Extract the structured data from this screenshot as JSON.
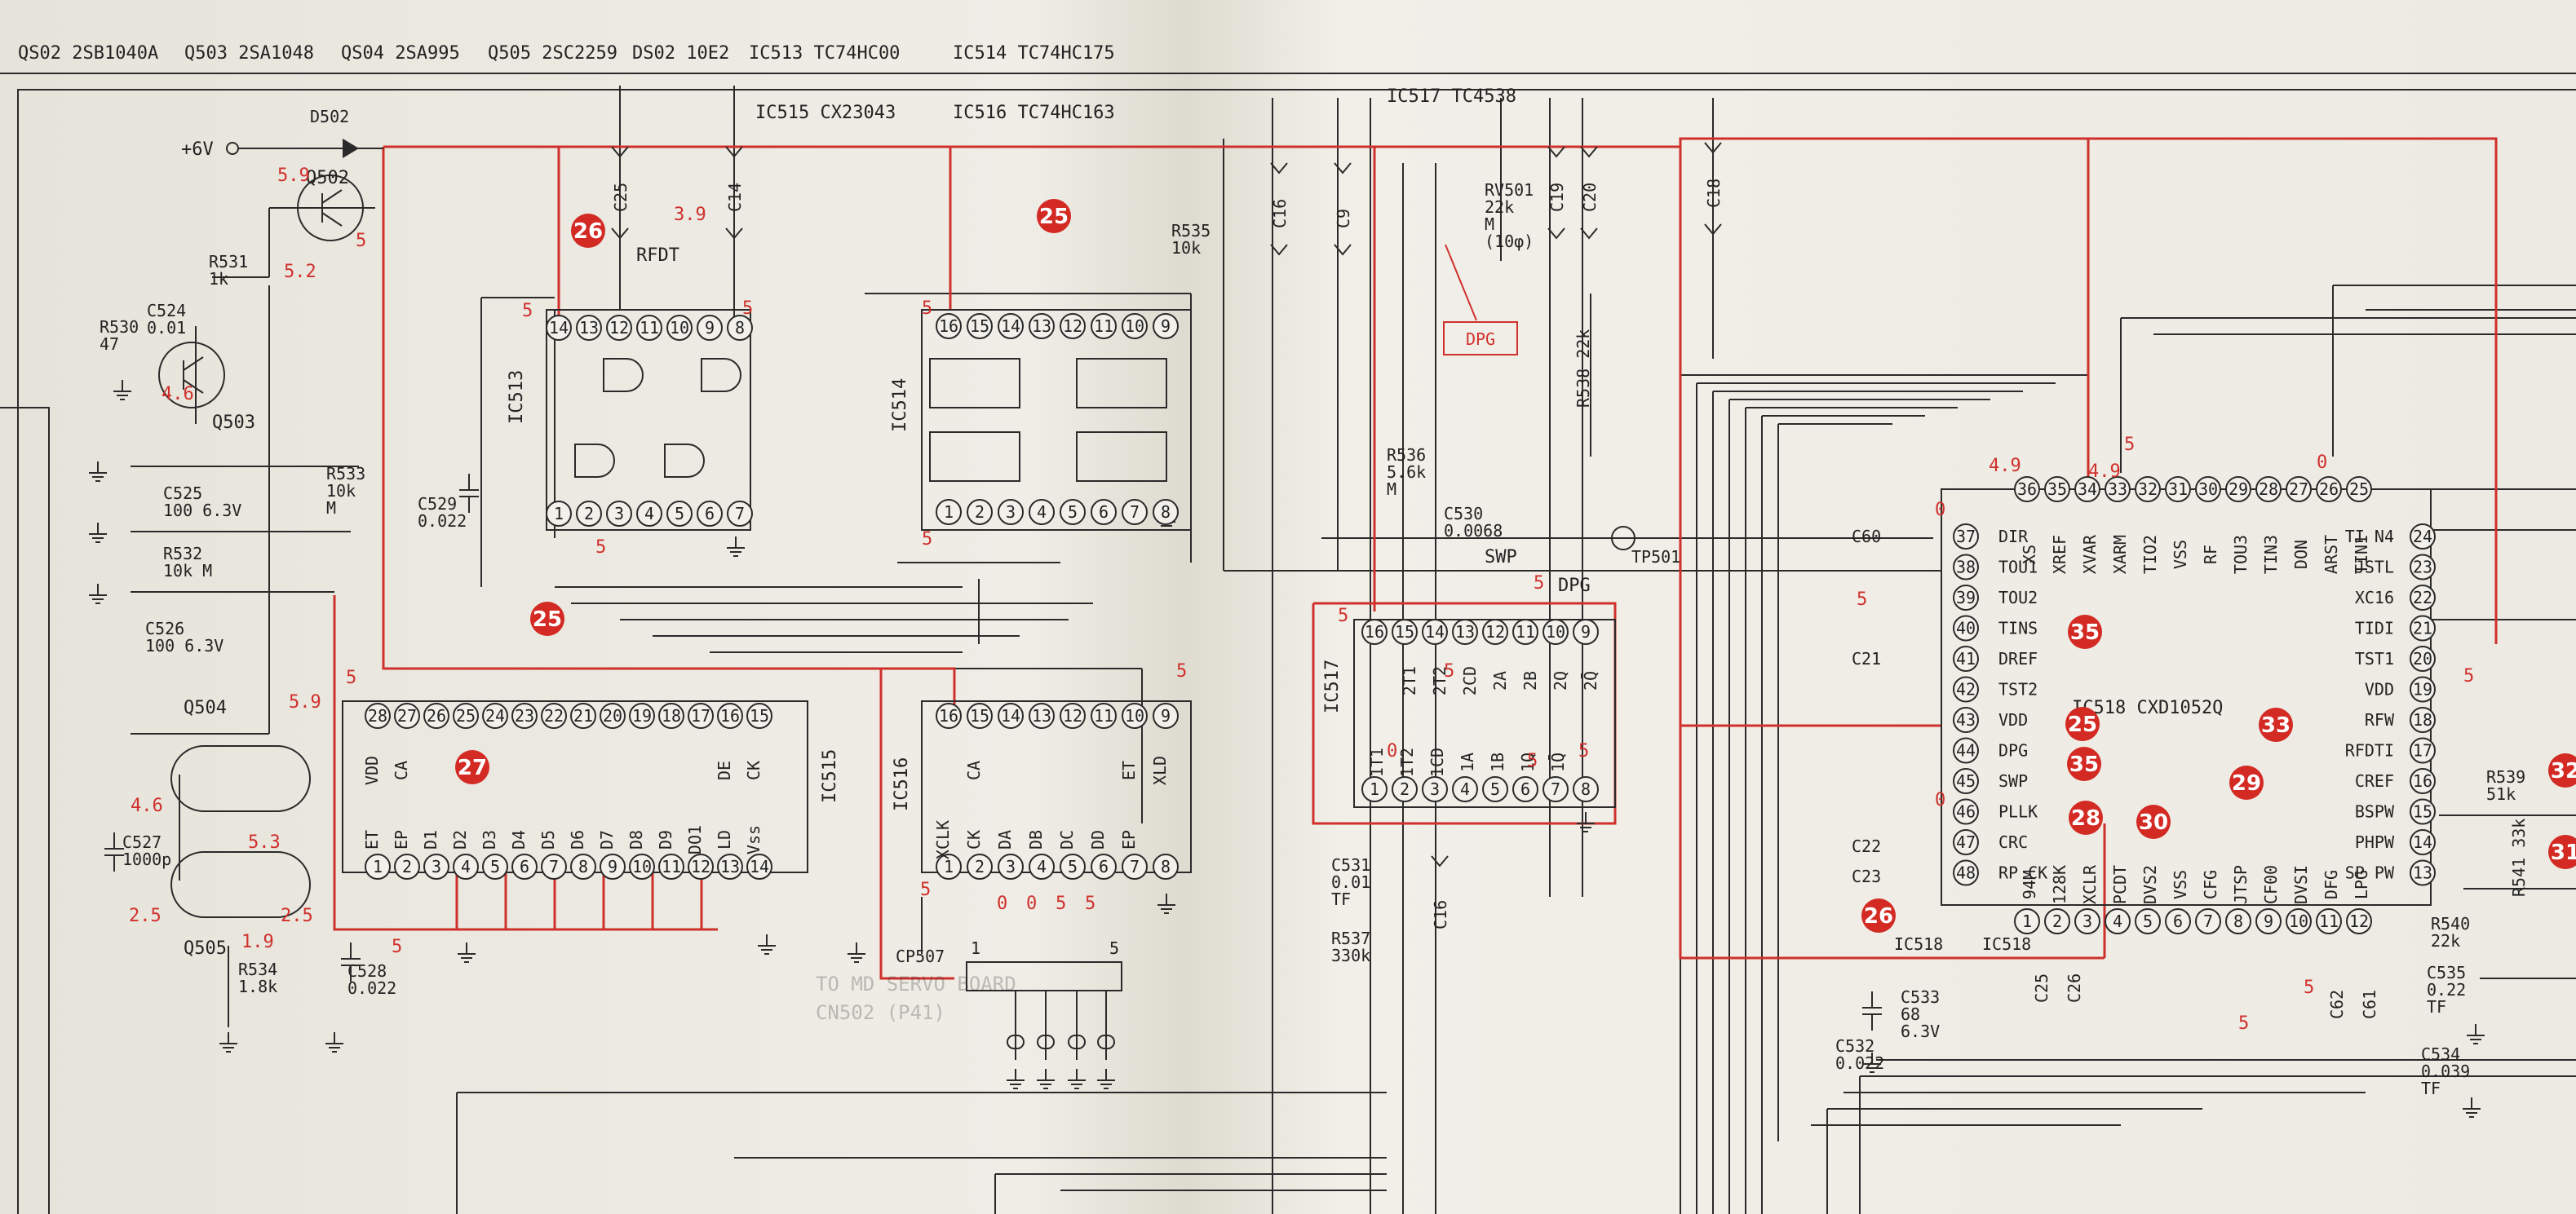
{
  "header_parts": [
    "QS02  2SB1040A",
    "Q503  2SA1048",
    "QS04  2SA995",
    "Q505  2SC2259",
    "DS02  10E2",
    "IC513  TC74HC00",
    "IC514  TC74HC175"
  ],
  "ic_titles": {
    "ic515": "IC515  CX23043",
    "ic516": "IC516  TC74HC163",
    "ic517": "IC517  TC4538",
    "ic518": "IC518  CXD1052Q"
  },
  "supply": {
    "label": "+6V",
    "diode": "D502"
  },
  "transistors": {
    "q502": "Q502",
    "q503": "Q503",
    "q504": "Q504",
    "q505": "Q505"
  },
  "voltages": {
    "q502_top": "5.9",
    "q502_e": "5",
    "q502_b": "5.2",
    "q503_b": "4.6",
    "q504_v": "5.9",
    "q505_c": "4.6",
    "q505_e": "5.3",
    "q505_b1": "2.5",
    "q505_b2": "2.5",
    "q505_r": "1.9",
    "ic513_14": "5",
    "ic513_11": "3.9",
    "ic513_8": "5",
    "ic513_3": "5",
    "ic514_16": "5",
    "ic514_1": "5",
    "ic515_28": "5",
    "ic515_1": "5",
    "ic516_9": "5",
    "ic516_1": "5",
    "ic516_3": "0",
    "ic516_4": "0",
    "ic516_5": "5",
    "ic516_6": "5",
    "ic517_16": "5",
    "ic517_14": "5",
    "ic517_3": "0",
    "ic517_5": "5",
    "ic517_7": "5",
    "ic517_9": "5",
    "ic518_36": "4.9",
    "ic518_34": "4.9",
    "ic518_33": "5",
    "ic518_27": "0",
    "ic518_37": "0",
    "ic518_39": "5",
    "ic518_46": "0",
    "ic518_19": "5",
    "ic518_8": "5",
    "ic518_10": "5"
  },
  "components": {
    "r531": "R531\n1k",
    "c524": "C524\n0.01",
    "r530": "R530\n47",
    "r533": "R533\n10k\nM",
    "c525": "C525\n100 6.3V",
    "r532": "R532\n10k M",
    "c526": "C526\n100 6.3V",
    "c527": "C527\n1000p",
    "r534": "R534\n1.8k",
    "c528": "C528\n0.022",
    "c529": "C529\n0.022",
    "r535": "R535\n10k",
    "c25": "C25",
    "c14": "C14",
    "c16": "C16",
    "c9": "C9",
    "c19": "C19",
    "c20": "C20",
    "c18": "C18",
    "rv501": "RV501\n22k\nM\n(10φ)",
    "r538": "R538  22k",
    "r536": "R536\n5.6k\nM",
    "c530": "C530\n0.0068",
    "c531": "C531\n0.01\nTF",
    "r537": "R537\n330k",
    "c60": "C60",
    "c21": "C21",
    "c22": "C22",
    "c23": "C23",
    "c533": "C533\n68\n6.3V",
    "c532": "C532\n0.022",
    "c25b": "C25",
    "c26": "C26",
    "c62": "C62",
    "c61": "C61",
    "r539": "R539\n51k",
    "r540": "R540\n22k",
    "r541": "R541  33k",
    "c535": "C535\n0.22\nTF",
    "c534": "C534\n0.039\nTF"
  },
  "nets": {
    "rfdt": "RFDT",
    "swp": "SWP",
    "dpg": "DPG",
    "tp501": "TP501",
    "cp507": "CP507",
    "dpg_box": "DPG"
  },
  "ic513": {
    "name": "IC513",
    "top": [
      "14",
      "13",
      "12",
      "11",
      "10",
      "9",
      "8"
    ],
    "bottom": [
      "1",
      "2",
      "3",
      "4",
      "5",
      "6",
      "7"
    ]
  },
  "ic514": {
    "name": "IC514",
    "top": [
      "16",
      "15",
      "14",
      "13",
      "12",
      "11",
      "10",
      "9"
    ],
    "bottom": [
      "1",
      "2",
      "3",
      "4",
      "5",
      "6",
      "7",
      "8"
    ]
  },
  "ic515": {
    "name": "IC515",
    "top": [
      "28",
      "27",
      "26",
      "25",
      "24",
      "23",
      "22",
      "21",
      "20",
      "19",
      "18",
      "17",
      "16",
      "15"
    ],
    "bottom": [
      "1",
      "2",
      "3",
      "4",
      "5",
      "6",
      "7",
      "8",
      "9",
      "10",
      "11",
      "12",
      "13",
      "14"
    ],
    "top_labels": [
      "VDD",
      "CA",
      "",
      "",
      "",
      "",
      "",
      "",
      "",
      "",
      "",
      "",
      "DE",
      "CK"
    ],
    "bottom_labels": [
      "ET",
      "EP",
      "D1",
      "D2",
      "D3",
      "D4",
      "D5",
      "D6",
      "D7",
      "D8",
      "D9",
      "DO1",
      "LD",
      "Vss"
    ]
  },
  "ic516": {
    "name": "IC516",
    "top": [
      "16",
      "15",
      "14",
      "13",
      "12",
      "11",
      "10",
      "9"
    ],
    "bottom": [
      "1",
      "2",
      "3",
      "4",
      "5",
      "6",
      "7",
      "8"
    ],
    "top_labels": [
      "",
      "CA",
      "",
      "",
      "",
      "",
      "ET",
      "XLD"
    ],
    "bottom_labels": [
      "XCLK",
      "CK",
      "DA",
      "DB",
      "DC",
      "DD",
      "EP",
      ""
    ]
  },
  "ic517": {
    "name": "IC517",
    "top": [
      "16",
      "15",
      "14",
      "13",
      "12",
      "11",
      "10",
      "9"
    ],
    "bottom": [
      "1",
      "2",
      "3",
      "4",
      "5",
      "6",
      "7",
      "8"
    ],
    "labels": [
      "1T1",
      "1T2",
      "1CD",
      "1A",
      "1B",
      "1Q",
      "1Q̄",
      "2T1",
      "2T2",
      "2CD",
      "2A",
      "2B",
      "2Q",
      "2Q̄"
    ]
  },
  "ic518": {
    "top_pins": [
      "36",
      "35",
      "34",
      "33",
      "32",
      "31",
      "30",
      "29",
      "28",
      "27",
      "26",
      "25"
    ],
    "top_labels": [
      "XS",
      "XREF",
      "XVAR",
      "XARM",
      "TIO2",
      "VSS",
      "RF",
      "TOU3",
      "TIN3",
      "DON",
      "ARST",
      "TIN1"
    ],
    "left_pins": [
      "37",
      "38",
      "39",
      "40",
      "41",
      "42",
      "43",
      "44",
      "45",
      "46",
      "47",
      "48"
    ],
    "left_labels": [
      "DIR",
      "TOU1",
      "TOU2",
      "TINS",
      "DREF",
      "TST2",
      "VDD",
      "DPG",
      "SWP",
      "PLLK",
      "CRC",
      "RP CK"
    ],
    "right_pins": [
      "24",
      "23",
      "22",
      "21",
      "20",
      "19",
      "18",
      "17",
      "16",
      "15",
      "14",
      "13"
    ],
    "right_labels": [
      "TI N4",
      "JSTL",
      "XC16",
      "TIDI",
      "TST1",
      "VDD",
      "RFW",
      "RFDTI",
      "CREF",
      "BSPW",
      "PHPW",
      "SP PW"
    ],
    "bottom_pins": [
      "1",
      "2",
      "3",
      "4",
      "5",
      "6",
      "7",
      "8",
      "9",
      "10",
      "11",
      "12"
    ],
    "bottom_labels": [
      "94M",
      "128K",
      "XCLR",
      "PCDT",
      "DVS2",
      "VSS",
      "CFG",
      "JTSP",
      "CF00",
      "DVSI",
      "DFG",
      "LPG"
    ]
  },
  "markers": [
    "26",
    "25",
    "25",
    "27",
    "35",
    "25",
    "35",
    "33",
    "29",
    "28",
    "30",
    "26",
    "31",
    "32"
  ],
  "connector_labels": [
    "1",
    "5"
  ],
  "faint_text": [
    "TO MD SERVO BOARD",
    "CN502 (P41)"
  ],
  "colors": {
    "ink": "#222222",
    "red": "#d0302c",
    "paper": "#ecebe4"
  }
}
